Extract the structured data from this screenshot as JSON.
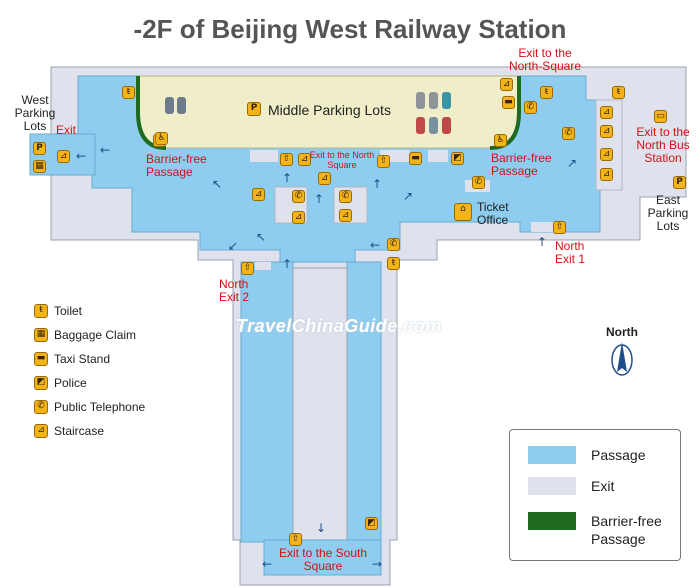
{
  "title": "-2F of Beijing West Railway Station",
  "colors": {
    "passage": "#8ecdef",
    "exit": "#dfe2ec",
    "barrier_free": "#1e6b20",
    "label_red": "#cc1414",
    "icon_yellow": "#f2b418",
    "parking": "#f0eec8"
  },
  "labels": {
    "west_parking": "West Parking Lots",
    "exit_west": "Exit",
    "middle_parking": "Middle Parking Lots",
    "exit_north_square_top": "Exit to the North-Square",
    "exit_north_square_mid": "Exit to the North Square",
    "barrier_free_left": "Barrier-free Passage",
    "barrier_free_right": "Barrier-free Passage",
    "exit_north_bus": "Exit to the North Bus Station",
    "east_parking": "East Parking Lots",
    "ticket_office": "Ticket Office",
    "north_exit_1": "North Exit 1",
    "north_exit_2": "North Exit 2",
    "exit_south_square": "Exit to the South Square",
    "compass_north": "North",
    "watermark": "TravelChinaGuide.com"
  },
  "legend_icons": [
    {
      "label": "Toilet",
      "icon": "toilet-icon"
    },
    {
      "label": "Baggage Claim",
      "icon": "baggage-claim-icon"
    },
    {
      "label": "Taxi Stand",
      "icon": "taxi-icon"
    },
    {
      "label": "Police",
      "icon": "police-icon"
    },
    {
      "label": "Public Telephone",
      "icon": "telephone-icon"
    },
    {
      "label": "Staircase",
      "icon": "staircase-icon"
    }
  ],
  "legend_colors": [
    {
      "label": "Passage",
      "color": "#8ecdef"
    },
    {
      "label": "Exit",
      "color": "#dfe2ec"
    },
    {
      "label": "Barrier-free Passage",
      "color": "#1e6b20"
    }
  ]
}
